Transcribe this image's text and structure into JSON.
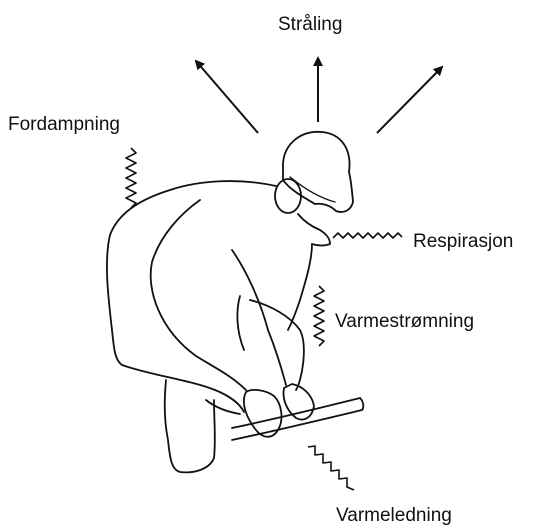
{
  "labels": {
    "straling": "Stråling",
    "fordampning": "Fordampning",
    "respirasjon": "Respirasjon",
    "varmestromning": "Varmestrømning",
    "varmeledning": "Varmeledning"
  },
  "colors": {
    "ink": "#111111",
    "background": "#ffffff"
  }
}
